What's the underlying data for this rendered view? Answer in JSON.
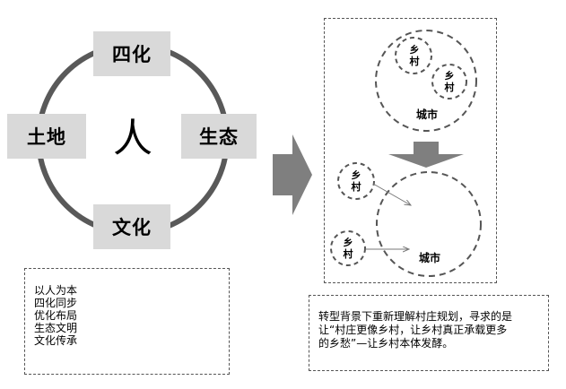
{
  "left": {
    "center": "人",
    "nodes": {
      "top": "四化",
      "left": "土地",
      "right": "生态",
      "bottom": "文化"
    },
    "list": [
      "以人为本",
      "四化同步",
      "优化布局",
      "生态文明",
      "文化传承"
    ]
  },
  "right": {
    "top": {
      "city": "城市",
      "villages": [
        "乡村",
        "乡村"
      ]
    },
    "bottom": {
      "city": "城市",
      "villages": [
        "乡村",
        "乡村"
      ]
    },
    "note": [
      "转型背景下重新理解村庄规划，寻求的是",
      "让“村庄更像乡村，让乡村真正承载更多",
      "的乡愁”—让乡村本体发酵。"
    ]
  },
  "colors": {
    "box": "#d9d9d9",
    "ring": "#595959",
    "arrow": "#7f7f7f",
    "dashes": "#555555"
  }
}
